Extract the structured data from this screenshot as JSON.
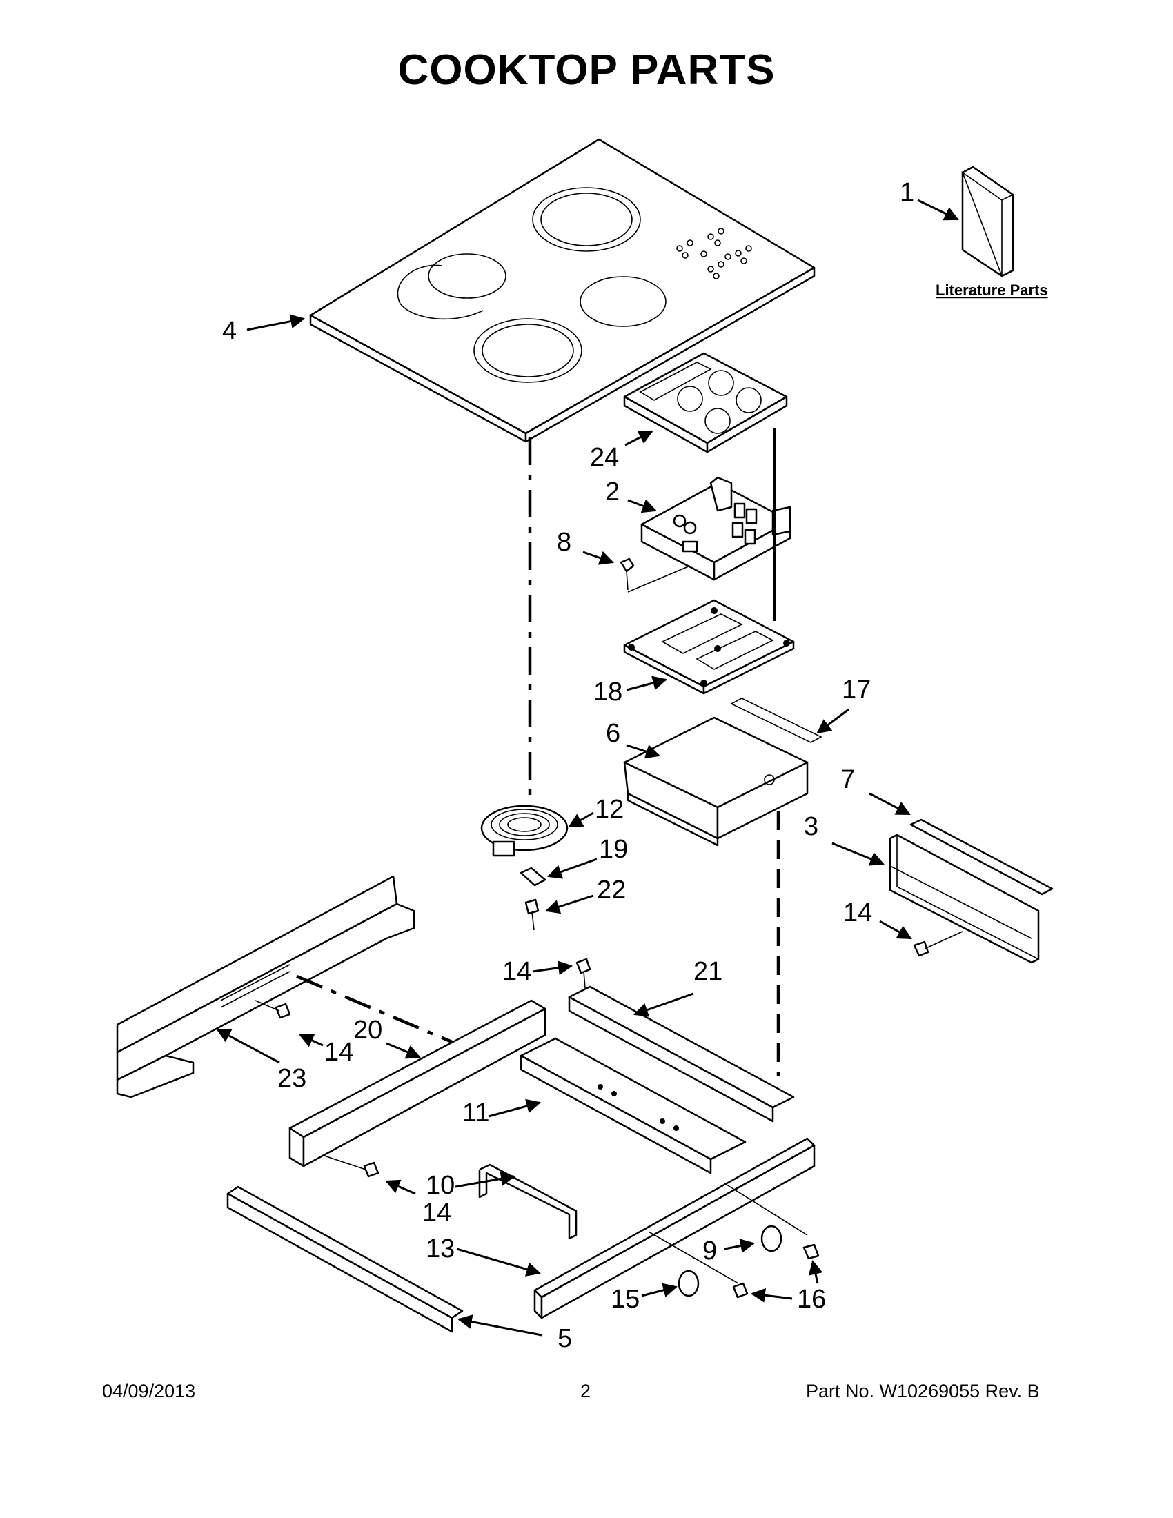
{
  "title": "COOKTOP PARTS",
  "literature_label": "Literature Parts",
  "footer": {
    "date": "04/09/2013",
    "page": "2",
    "part_no": "Part No.  W10269055  Rev.  B"
  },
  "callouts": {
    "c1": "1",
    "c2": "2",
    "c3": "3",
    "c4": "4",
    "c5": "5",
    "c6": "6",
    "c7": "7",
    "c8": "8",
    "c9": "9",
    "c10": "10",
    "c11": "11",
    "c12": "12",
    "c13": "13",
    "c14a": "14",
    "c14b": "14",
    "c14c": "14",
    "c14d": "14",
    "c15": "15",
    "c16": "16",
    "c17": "17",
    "c18": "18",
    "c19": "19",
    "c20": "20",
    "c21": "21",
    "c22": "22",
    "c23": "23",
    "c24": "24"
  }
}
